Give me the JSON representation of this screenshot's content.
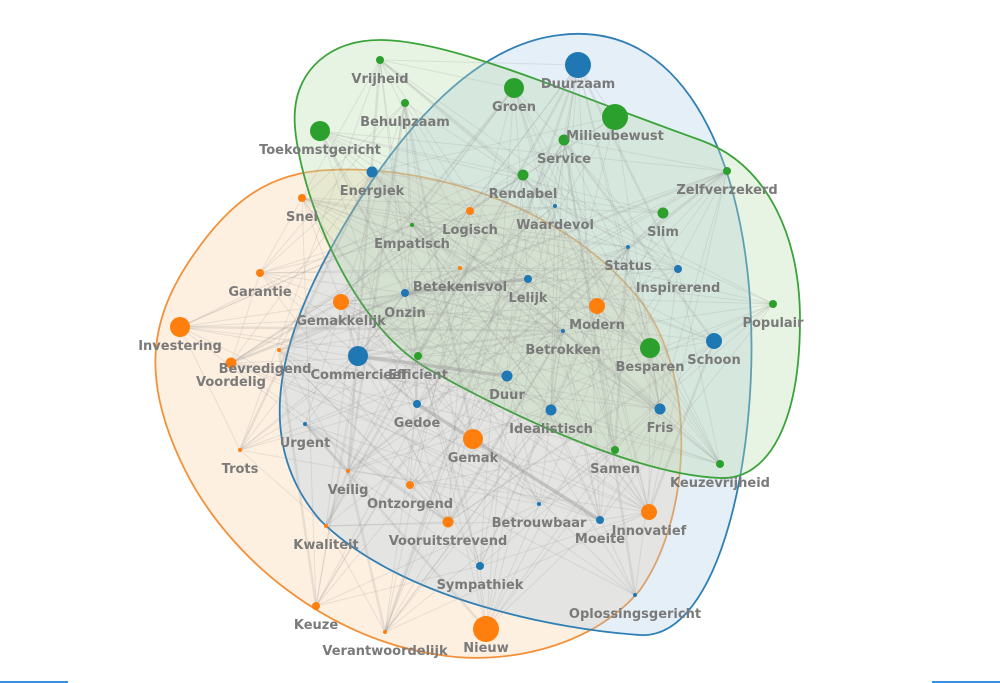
{
  "colors": {
    "green": "#2ca02c",
    "blue": "#1f77b4",
    "orange": "#ff7f0e"
  },
  "nodes": [
    {
      "id": "Vrijheid",
      "group": "green",
      "weight": 1
    },
    {
      "id": "Behulpzaam",
      "group": "green",
      "weight": 1
    },
    {
      "id": "Toekomstgericht",
      "group": "green",
      "weight": 4
    },
    {
      "id": "Groen",
      "group": "green",
      "weight": 4
    },
    {
      "id": "Milieubewust",
      "group": "green",
      "weight": 5
    },
    {
      "id": "Service",
      "group": "green",
      "weight": 2
    },
    {
      "id": "Rendabel",
      "group": "green",
      "weight": 2
    },
    {
      "id": "Zelfverzekerd",
      "group": "green",
      "weight": 1
    },
    {
      "id": "Slim",
      "group": "green",
      "weight": 2
    },
    {
      "id": "Empatisch",
      "group": "green",
      "weight": 0
    },
    {
      "id": "Populair",
      "group": "green",
      "weight": 1
    },
    {
      "id": "Besparen",
      "group": "green",
      "weight": 4
    },
    {
      "id": "Efficient",
      "group": "green",
      "weight": 1
    },
    {
      "id": "Samen",
      "group": "green",
      "weight": 1
    },
    {
      "id": "Keuzevrijheid",
      "group": "green",
      "weight": 1
    },
    {
      "id": "Duurzaam",
      "group": "blue",
      "weight": 5
    },
    {
      "id": "Energiek",
      "group": "blue",
      "weight": 2
    },
    {
      "id": "Waardevol",
      "group": "blue",
      "weight": 0
    },
    {
      "id": "Status",
      "group": "blue",
      "weight": 0
    },
    {
      "id": "Lelijk",
      "group": "blue",
      "weight": 1
    },
    {
      "id": "Inspirerend",
      "group": "blue",
      "weight": 1
    },
    {
      "id": "Onzin",
      "group": "blue",
      "weight": 1
    },
    {
      "id": "Betrokken",
      "group": "blue",
      "weight": 0
    },
    {
      "id": "Schoon",
      "group": "blue",
      "weight": 3
    },
    {
      "id": "Commercieel",
      "group": "blue",
      "weight": 4
    },
    {
      "id": "Duur",
      "group": "blue",
      "weight": 2
    },
    {
      "id": "Gedoe",
      "group": "blue",
      "weight": 1
    },
    {
      "id": "Idealistisch",
      "group": "blue",
      "weight": 2
    },
    {
      "id": "Fris",
      "group": "blue",
      "weight": 2
    },
    {
      "id": "Urgent",
      "group": "blue",
      "weight": 0
    },
    {
      "id": "Betrouwbaar",
      "group": "blue",
      "weight": 0
    },
    {
      "id": "Moeite",
      "group": "blue",
      "weight": 1
    },
    {
      "id": "Sympathiek",
      "group": "blue",
      "weight": 1
    },
    {
      "id": "Oplossingsgericht",
      "group": "blue",
      "weight": 0
    },
    {
      "id": "Snel",
      "group": "orange",
      "weight": 1
    },
    {
      "id": "Logisch",
      "group": "orange",
      "weight": 1
    },
    {
      "id": "Betekenisvol",
      "group": "orange",
      "weight": 0
    },
    {
      "id": "Garantie",
      "group": "orange",
      "weight": 1
    },
    {
      "id": "Gemakkelijk",
      "group": "orange",
      "weight": 3
    },
    {
      "id": "Modern",
      "group": "orange",
      "weight": 3
    },
    {
      "id": "Investering",
      "group": "orange",
      "weight": 4
    },
    {
      "id": "Bevredigend",
      "group": "orange",
      "weight": 0
    },
    {
      "id": "Voordelig",
      "group": "orange",
      "weight": 2
    },
    {
      "id": "Trots",
      "group": "orange",
      "weight": 0
    },
    {
      "id": "Gemak",
      "group": "orange",
      "weight": 4
    },
    {
      "id": "Veilig",
      "group": "orange",
      "weight": 0
    },
    {
      "id": "Ontzorgend",
      "group": "orange",
      "weight": 1
    },
    {
      "id": "Kwaliteit",
      "group": "orange",
      "weight": 0
    },
    {
      "id": "Vooruitstrevend",
      "group": "orange",
      "weight": 2
    },
    {
      "id": "Innovatief",
      "group": "orange",
      "weight": 3
    },
    {
      "id": "Keuze",
      "group": "orange",
      "weight": 1
    },
    {
      "id": "Verantwoordelijk",
      "group": "orange",
      "weight": 0
    },
    {
      "id": "Nieuw",
      "group": "orange",
      "weight": 5
    }
  ]
}
